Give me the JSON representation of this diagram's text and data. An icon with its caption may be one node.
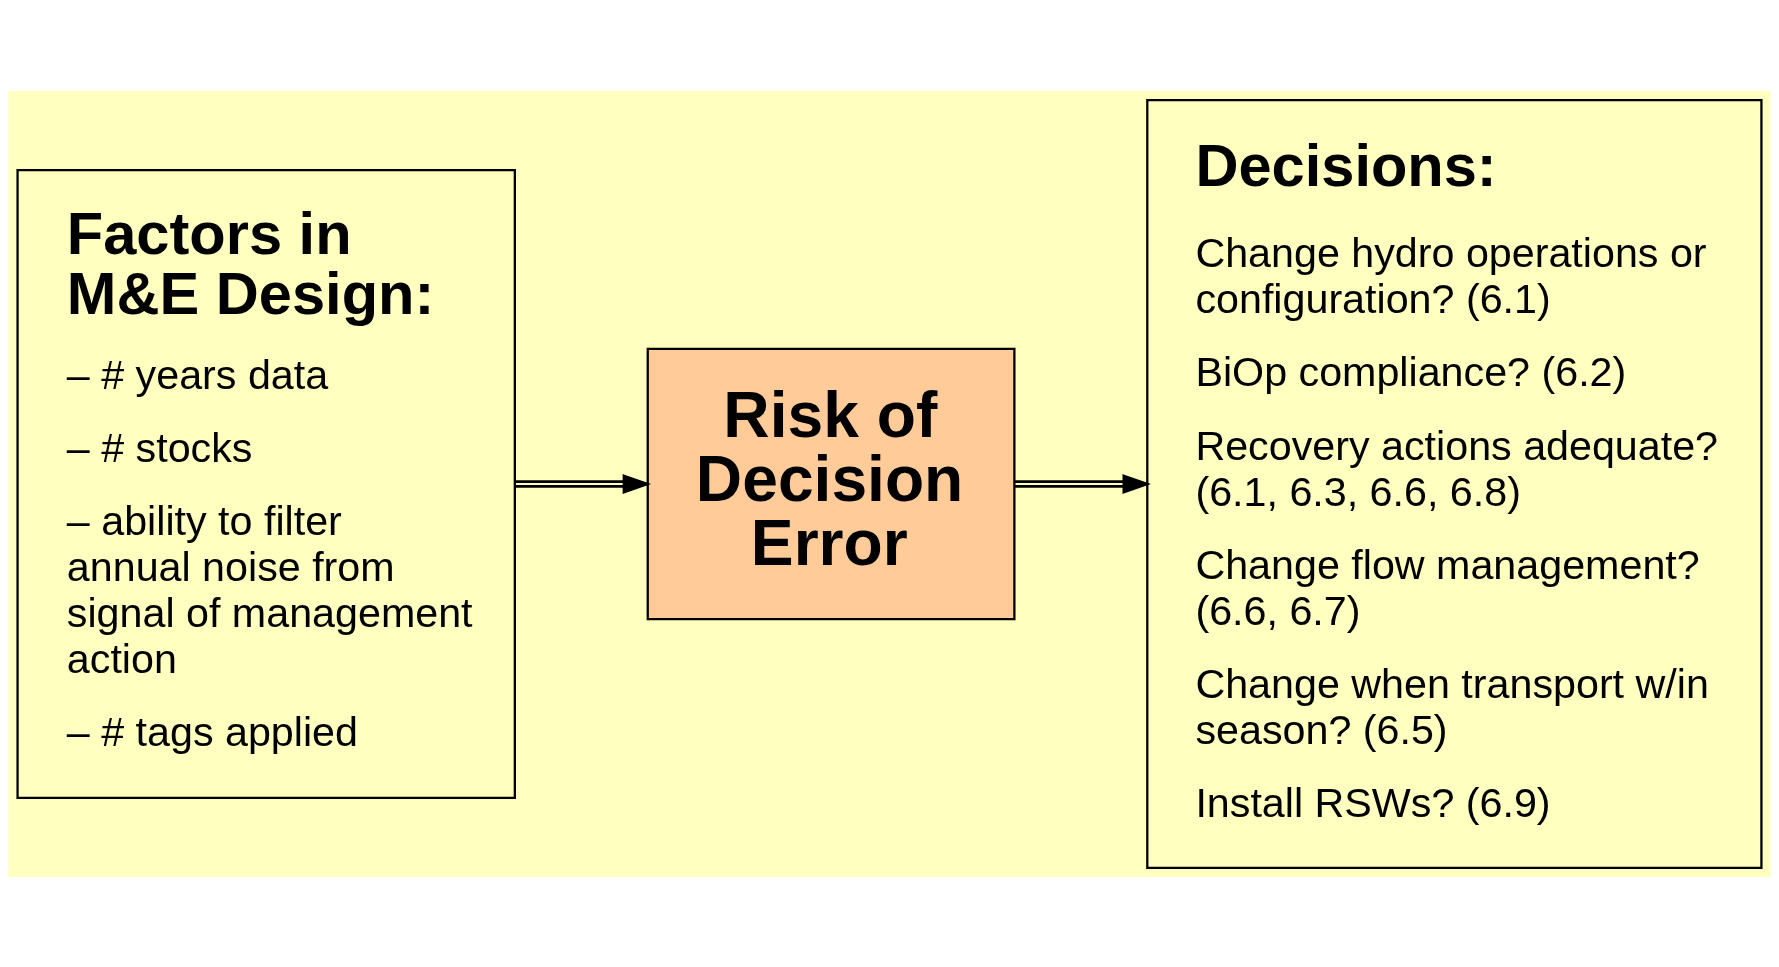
{
  "diagram": {
    "nodes": [
      {
        "text": [
          "Factors in M&E Design:",
          "– # years data",
          "– # stocks",
          "– ability to filter annual noise from signal of management action",
          "– # tags applied"
        ]
      },
      {
        "text": [
          "Risk of Decision Error"
        ]
      },
      {
        "text": [
          "Decisions:",
          "Change hydro operations or configuration? (6.1)",
          "BiOp compliance? (6.2)",
          "Recovery actions adequate? (6.1, 6.3, 6.6, 6.8)",
          "Change flow management? (6.6, 6.7)",
          "Change when transport w/in season? (6.5)",
          "Install RSWs? (6.9)"
        ]
      }
    ],
    "edges": [
      {
        "from": 0,
        "to": 1,
        "arrow": "to"
      },
      {
        "from": 1,
        "to": 2,
        "arrow": "to"
      }
    ]
  }
}
